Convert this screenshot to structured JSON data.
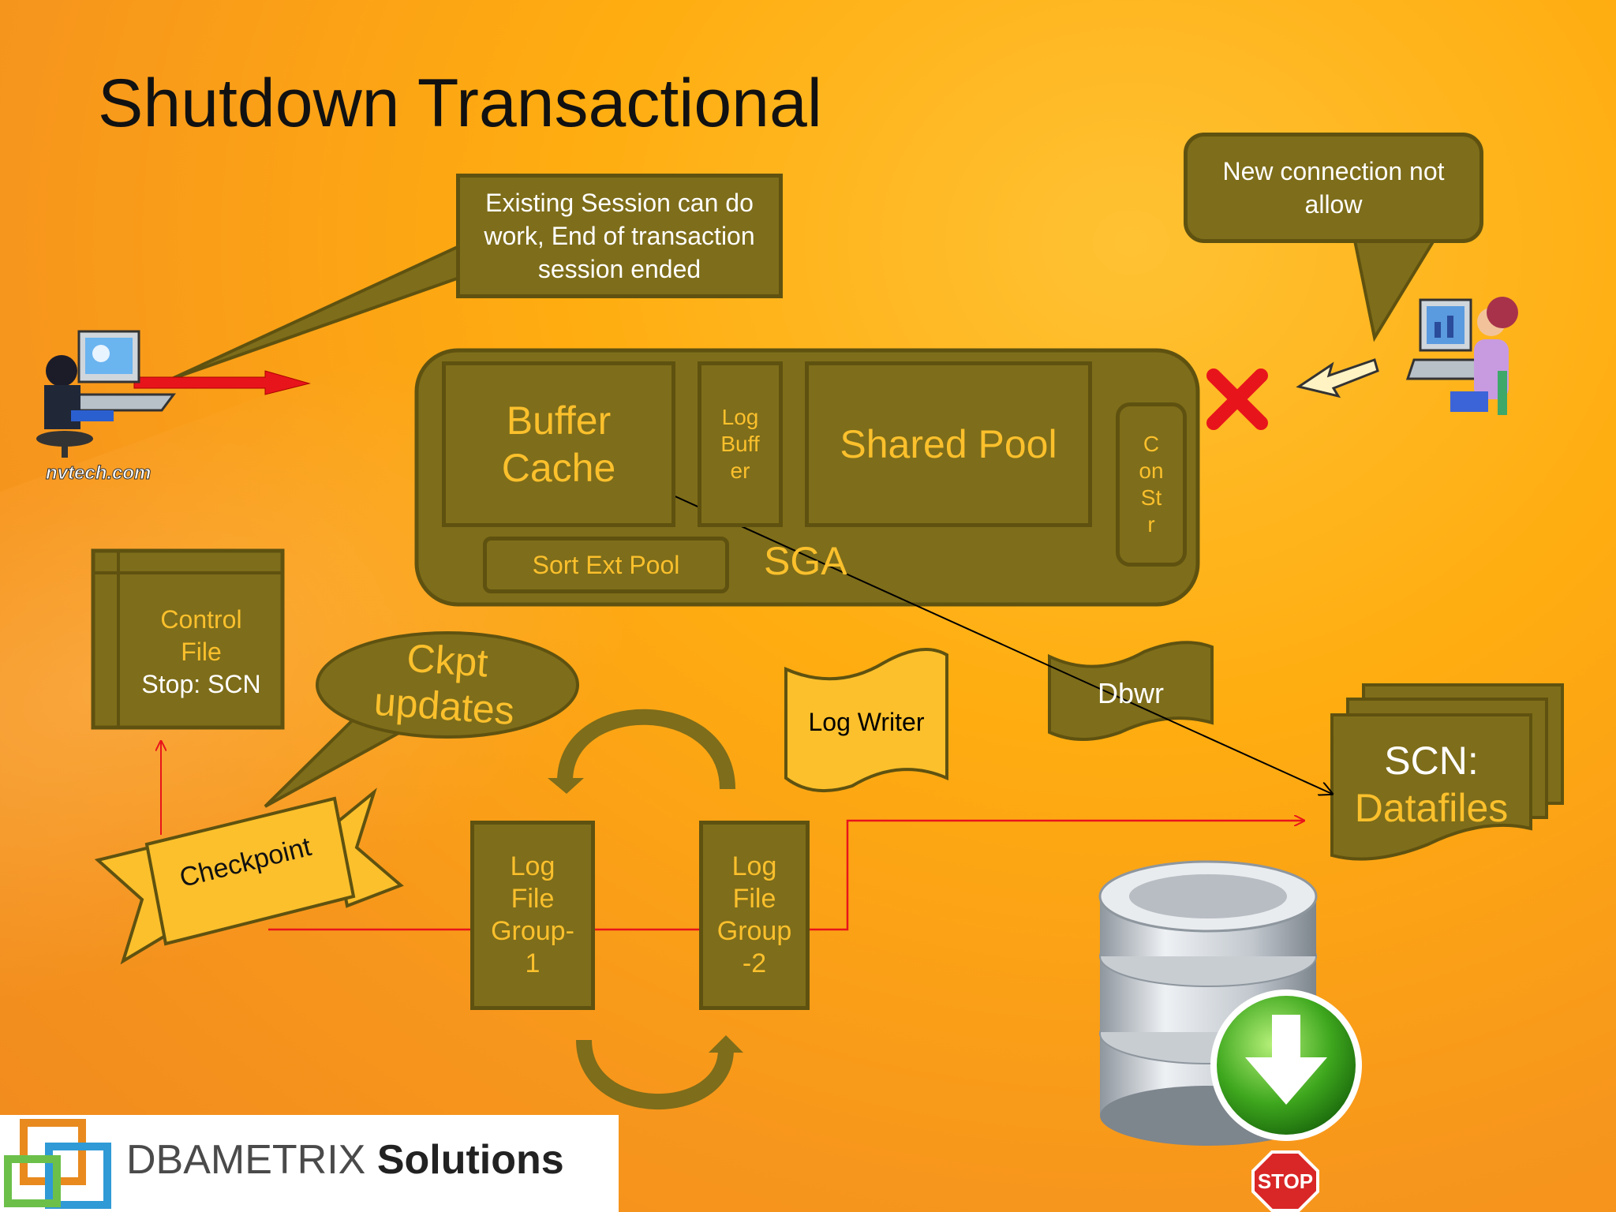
{
  "slide": {
    "title": "Shutdown Transactional"
  },
  "callouts": {
    "existing_session": "Existing Session can do work, End of transaction session ended",
    "new_connection": "New connection not allow",
    "ckpt_line1": "Ckpt",
    "ckpt_line2": "updates"
  },
  "sga": {
    "label": "SGA",
    "buffer_cache_line1": "Buffer",
    "buffer_cache_line2": "Cache",
    "log_buffer_line1": "Log",
    "log_buffer_line2": "Buff",
    "log_buffer_line3": "er",
    "shared_pool": "Shared Pool",
    "con_str_line1": "C",
    "con_str_line2": "on",
    "con_str_line3": "St",
    "con_str_line4": "r",
    "sort_ext_pool": "Sort Ext Pool"
  },
  "control_file": {
    "line1": "Control",
    "line2": "File",
    "line3": "Stop: SCN"
  },
  "processes": {
    "log_writer": "Log Writer",
    "dbwr": "Dbwr",
    "checkpoint": "Checkpoint"
  },
  "log_groups": {
    "group1": [
      "Log",
      "File",
      "Group-",
      "1"
    ],
    "group2": [
      "Log",
      "File",
      "Group",
      "-2"
    ]
  },
  "datafiles": {
    "line1": "SCN:",
    "line2": "Datafiles"
  },
  "images": {
    "nvtech_caption": "nvtech.com",
    "stop_sign": "STOP"
  },
  "logo": {
    "brand": "DBAMETRIX",
    "suffix": "Solutions"
  },
  "colors": {
    "olive": "#7e6d1a",
    "olive_dark": "#5f5210",
    "label_yellow": "#fbc02c",
    "arrow_red": "#e8141b"
  }
}
